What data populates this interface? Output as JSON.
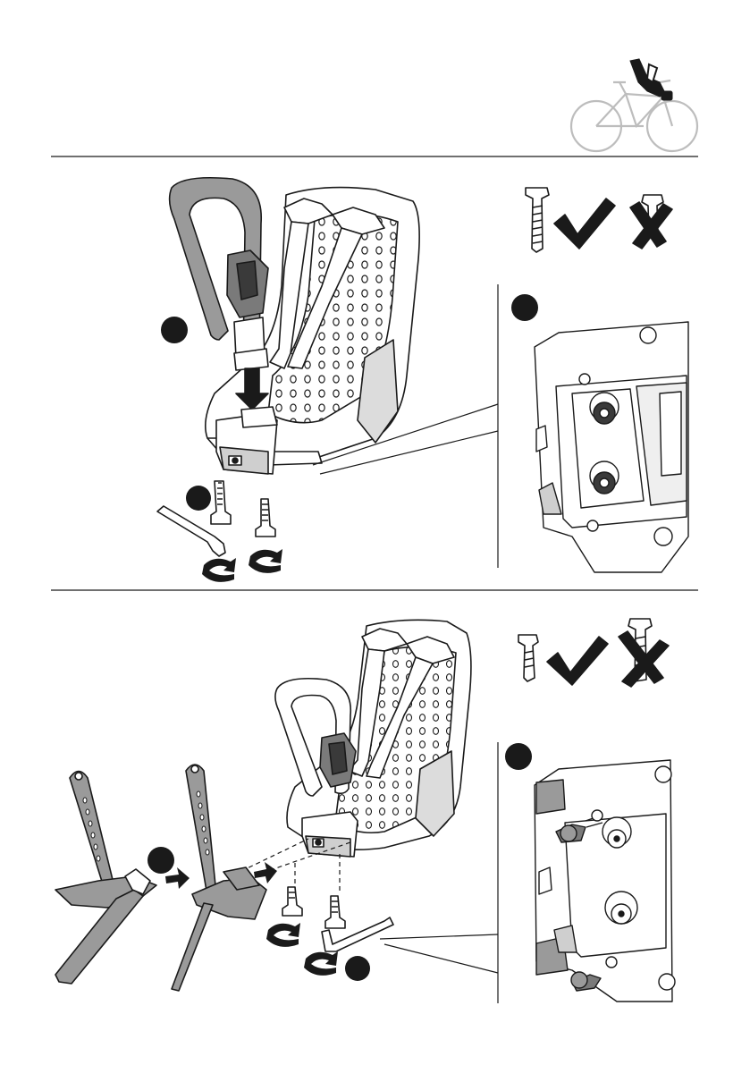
{
  "document": {
    "type": "assembly-instructions",
    "colors": {
      "ink": "#1a1a1a",
      "grey_fill": "#9a9a9a",
      "light_grey": "#c9c9c9",
      "background": "#ffffff"
    }
  },
  "header": {
    "icon": "bicycle-with-rear-child-seat-icon"
  },
  "section_top": {
    "seat_icon": "child-bike-seat-with-handlebar-icon",
    "correct_screw_icon": "long-screw-check-icon",
    "wrong_screw_icon": "short-screw-cross-icon",
    "step_markers": 3
  },
  "section_bottom": {
    "seat_icon": "child-bike-seat-with-mount-icon",
    "correct_screw_icon": "short-screw-check-icon",
    "wrong_screw_icon": "long-screw-cross-icon",
    "step_markers": 3
  }
}
